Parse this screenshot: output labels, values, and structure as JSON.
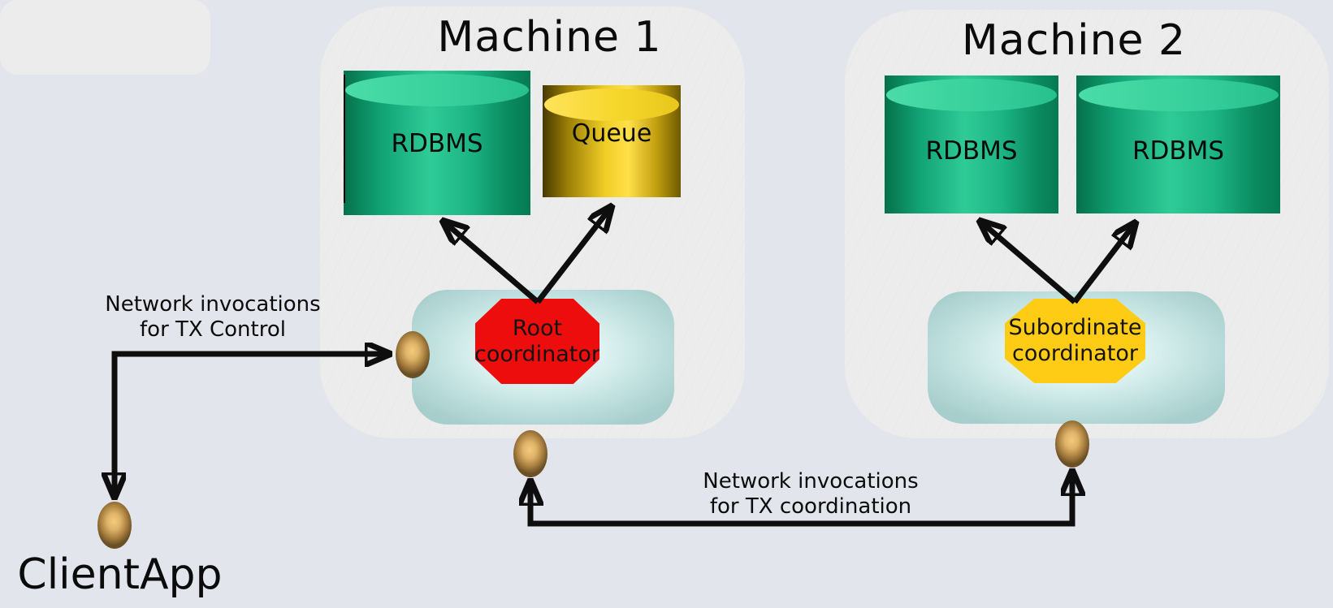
{
  "machine1": {
    "title": "Machine 1",
    "rdbms": {
      "label": "RDBMS"
    },
    "queue": {
      "label": "Queue"
    },
    "coordinator": {
      "line1": "Root",
      "line2": "coordinator",
      "color": "#ee0d0d"
    }
  },
  "machine2": {
    "title": "Machine 2",
    "rdbms_left": {
      "label": "RDBMS"
    },
    "rdbms_right": {
      "label": "RDBMS"
    },
    "coordinator": {
      "line1": "Subordinate",
      "line2": "coordinator",
      "color": "#ffcc15"
    }
  },
  "client": {
    "label": "ClientApp"
  },
  "connections": {
    "tx_control": {
      "line1": "Network invocations",
      "line2": "for TX Control"
    },
    "tx_coordination": {
      "line1": "Network invocations",
      "line2": "for TX coordination"
    }
  },
  "colors": {
    "page_background": "#e2e5eb",
    "machine_panel": "#ececec",
    "coordinator_panel_teal": "#a7cecc",
    "database_green": "#2fcb97",
    "queue_gold": "#f0cd25",
    "root_coordinator_red": "#ee0d0d",
    "subordinate_coordinator_yellow": "#ffcc15",
    "network_port_brown": "#a98040",
    "arrow_black": "#0e0e0e"
  }
}
